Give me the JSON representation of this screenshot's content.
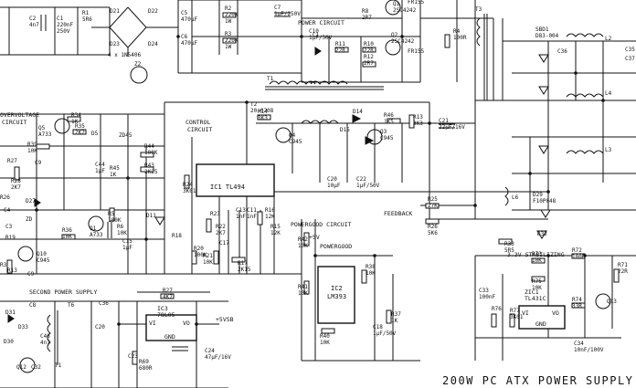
{
  "title": "200W PC ATX POWER SUPPLY",
  "sections": {
    "power_circuit": "POWER CIRCUIT",
    "overvoltage": [
      "OVERVOLTAGE",
      "CIRCUIT"
    ],
    "control": [
      "CONTROL",
      "CIRCUIT"
    ],
    "second_supply": "SECOND POWER SUPPLY",
    "powergood_circuit": "POWERGOOD CIRCUIT",
    "powergood": "POWERGOOD",
    "feedback": "FEEDBACK",
    "stabilizing": "3.3V STABILIZING"
  },
  "ics": {
    "ic1": "IC1 TL494",
    "ic2": [
      "IC2",
      "LM393"
    ],
    "ic3": [
      "IC3",
      "78L05"
    ],
    "zic1": [
      "ZIC1",
      "TL431C"
    ],
    "ic3_pins": [
      "VI",
      "VO",
      "GND"
    ],
    "zic1_pins": [
      "VI",
      "VO",
      "GND"
    ]
  },
  "rails": {
    "plus5v": "+5V",
    "plus5vsb": "+5VSB"
  },
  "components": {
    "bridge": "4 x 1N5406",
    "z2": "Z2",
    "c7": [
      "C7",
      "1µF/250V"
    ],
    "r2": [
      "R2",
      "220K",
      "1W"
    ],
    "r3": [
      "R3",
      "220K",
      "1W"
    ],
    "c5": [
      "C5",
      "470µF"
    ],
    "c6": [
      "C6",
      "470µF"
    ],
    "r8": [
      "R8",
      "2R7"
    ],
    "d21": "D21",
    "d22": "D22",
    "d23": "D23",
    "d24": "D24",
    "c1": "C1",
    "c10": [
      "C10",
      "1µF/50V"
    ],
    "r11": [
      "R11",
      "22R"
    ],
    "r10": [
      "R10",
      "22R"
    ],
    "r12": [
      "R12",
      "2R7"
    ],
    "q2": [
      "Q2",
      "2SC4242"
    ],
    "q1p": [
      "Q1",
      "2SC4242"
    ],
    "fr155a": "FR155",
    "fr155b": "FR155",
    "t1": "T1",
    "t3": "T3",
    "r4": [
      "R4",
      "100R"
    ],
    "sbd1": [
      "SBD1",
      "D83-004"
    ],
    "l2": "L2",
    "l4": "L4",
    "l3": "L3",
    "l6": "L6",
    "c36": "C36",
    "c35": "C35",
    "c37": "C37",
    "d29": [
      "D29",
      "F10P048"
    ],
    "d32": "D32",
    "r33": [
      "R33",
      "5R5"
    ],
    "r34": [
      "R34",
      "1K"
    ],
    "r35": [
      "R35",
      "2K2"
    ],
    "q5": [
      "Q5",
      "A733"
    ],
    "d5": "D5",
    "zd45": "ZD45",
    "r39": [
      "R39",
      "10K"
    ],
    "c9": "C9",
    "r27": "R27",
    "r28": [
      "R28",
      "2K7"
    ],
    "r26": "R26",
    "d27": "D27",
    "r44": [
      "R44",
      "100K"
    ],
    "r43": [
      "R43",
      "2K25"
    ],
    "r45": [
      "R45",
      "1K"
    ],
    "c44": [
      "C44",
      "1µF"
    ],
    "q1": [
      "Q1",
      "A733"
    ],
    "r36": [
      "R36",
      "10K"
    ],
    "r5": [
      "R5",
      "100K"
    ],
    "r6": [
      "R6",
      "10K"
    ],
    "c15": [
      "C15",
      "1µF"
    ],
    "d11": "D11",
    "q10": [
      "Q10",
      "C945"
    ],
    "t2": [
      "T2",
      "20-0208"
    ],
    "r14": [
      "R14",
      "3K3"
    ],
    "q4": [
      "Q4",
      "C945"
    ],
    "d14": "D14",
    "d15": "D15",
    "r46": [
      "R46",
      "1K5"
    ],
    "q3": [
      "Q3",
      "C945"
    ],
    "r13": [
      "R13",
      "3K3"
    ],
    "c21": [
      "C21",
      "22µF/16V"
    ],
    "c20": [
      "C20",
      "10µF"
    ],
    "c22": [
      "C22",
      "1µF/50V"
    ],
    "r24": [
      "R24",
      "3K01"
    ],
    "r23": "R23",
    "r22": [
      "R22",
      "2K7"
    ],
    "c13": [
      "C13",
      "1nF"
    ],
    "c11": [
      "C11",
      "1nF"
    ],
    "r16": [
      "R16",
      "12K"
    ],
    "r15": [
      "R15",
      "12K"
    ],
    "r18": "R18",
    "r20": [
      "R20",
      "100K"
    ],
    "r21": [
      "R21",
      "10K"
    ],
    "c17": "C17",
    "r17": [
      "R17",
      "2K15"
    ],
    "r25": [
      "R25",
      "27K"
    ],
    "r26b": [
      "R26",
      "5K6"
    ],
    "r42": [
      "R42",
      "10K"
    ],
    "r41": [
      "R41",
      "10K"
    ],
    "r40": [
      "R40",
      "10K"
    ],
    "r38": [
      "R38",
      "10K"
    ],
    "r37": [
      "R37",
      "1K"
    ],
    "c18": [
      "C18",
      "1µF/50V"
    ],
    "r73": [
      "R73",
      "10K"
    ],
    "r75": [
      "R75",
      "10K"
    ],
    "r72": [
      "R72",
      "100R"
    ],
    "r74": [
      "R74",
      "33R"
    ],
    "r71": [
      "R71",
      "22R"
    ],
    "c33": [
      "C33",
      "100nF"
    ],
    "r76": "R76",
    "r77": [
      "R77",
      "3K01"
    ],
    "q13": "Q13",
    "c34": [
      "C34",
      "10nF/100V"
    ],
    "r27b": [
      "R27",
      "4K7"
    ],
    "c36b": "C36",
    "c23": "C23",
    "c20b": "C20",
    "r69": [
      "R69",
      "680R"
    ],
    "c24": [
      "C24",
      "47µF/16V"
    ],
    "t6": "T6",
    "d31": "D31",
    "d33": "D33",
    "d30": "D30",
    "q12": "Q12",
    "c32": "C32",
    "c46": [
      "C46",
      "4n7"
    ],
    "r3b": "R3",
    "r13b": "R13",
    "c2": [
      "C2",
      "4n7"
    ],
    "r1": [
      "R1",
      "5R6"
    ],
    "c4": "C4",
    "c3": "C3",
    "c9b": "C9",
    "zd": "ZD",
    "r19": "R19",
    "c1b": [
      "C1",
      "220nF",
      "250V"
    ],
    "t1b": "T1",
    "c8": "C8"
  }
}
